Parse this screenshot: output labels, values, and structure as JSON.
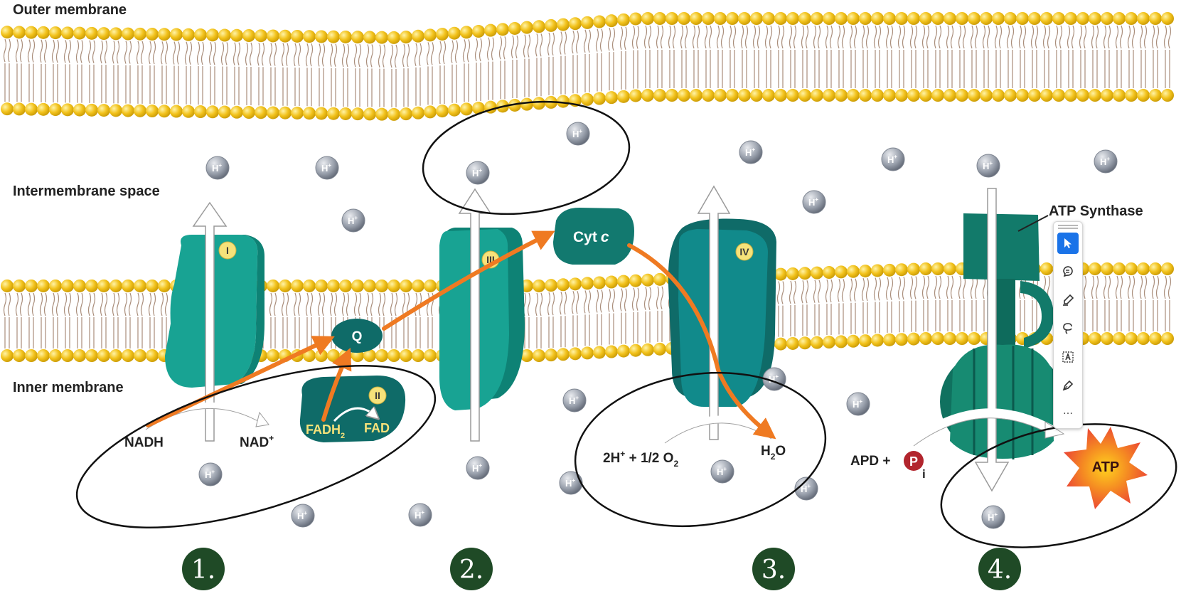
{
  "labels": {
    "outer_membrane": "Outer membrane",
    "intermembrane_space": "Intermembrane space",
    "inner_membrane": "Inner membrane",
    "atp_synthase": "ATP Synthase"
  },
  "complexes": {
    "c1": "I",
    "c2": "II",
    "c3": "III",
    "c4": "IV",
    "q": "Q",
    "cytc_main": "Cyt",
    "cytc_italic": "c"
  },
  "reactions": {
    "nadh": "NADH",
    "nad_base": "NAD",
    "nad_sup": "+",
    "fadh_base": "FADH",
    "fadh_sub": "2",
    "fad": "FAD",
    "r4_a": "2H",
    "r4_sup": "+",
    "r4_b": " + 1/2 O",
    "r4_sub": "2",
    "water_h": "H",
    "water_sub": "2",
    "water_o": "O",
    "apd": "APD +",
    "p_circle": "P",
    "p_sub": "i",
    "atp": "ATP"
  },
  "ion_label": "H",
  "ion_sup": "+",
  "steps": [
    "1.",
    "2.",
    "3.",
    "4."
  ],
  "toolbar": {
    "tools": [
      "select-tool",
      "comment-tool",
      "highlight-tool",
      "freehand-tool",
      "text-box-tool",
      "signature-tool"
    ],
    "more_label": "…"
  },
  "colors": {
    "membrane_head": "#f2c21b",
    "complex_teal": "#18a393",
    "complex_dark": "#0f6b68",
    "electron_path": "#ef7a22",
    "step_badge": "#1f4a26",
    "atp_burst": "#e8323a",
    "toolbar_active": "#1a73e8"
  }
}
